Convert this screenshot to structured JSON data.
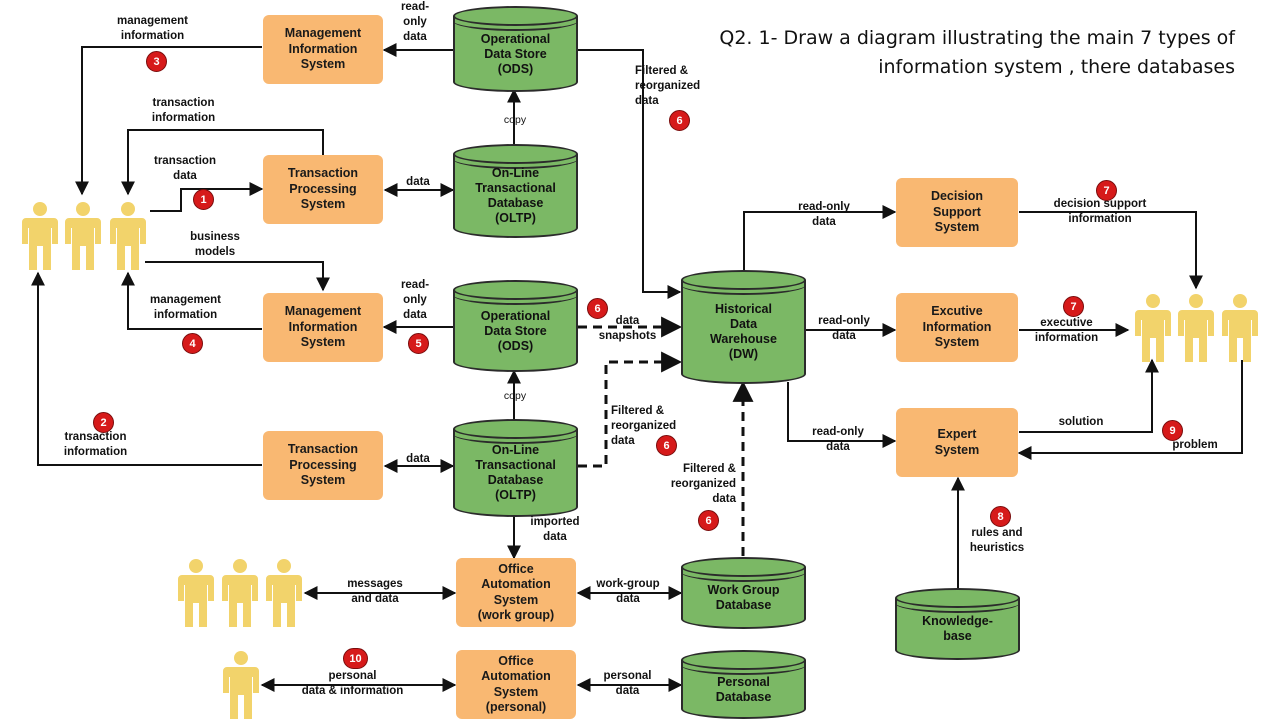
{
  "heading": {
    "line1": "Q2. 1- Draw a diagram illustrating the main 7 types of",
    "line2": "information system , there databases"
  },
  "systems": {
    "mis_top": "Management\nInformation\nSystem",
    "tps_top": "Transaction\nProcessing\nSystem",
    "mis_mid": "Management\nInformation\nSystem",
    "tps_bottom": "Transaction\nProcessing\nSystem",
    "dss": "Decision\nSupport\nSystem",
    "eis": "Excutive\nInformation\nSystem",
    "expert": "Expert\nSystem",
    "oa_group": "Office\nAutomation\nSystem\n(work group)",
    "oa_personal": "Office\nAutomation\nSystem\n(personal)"
  },
  "databases": {
    "ods_top": "Operational\nData Store\n(ODS)",
    "oltp_top": "On-Line\nTransactional\nDatabase\n(OLTP)",
    "ods_mid": "Operational\nData Store\n(ODS)",
    "oltp_bottom": "On-Line\nTransactional\nDatabase\n(OLTP)",
    "dw": "Historical\nData\nWarehouse\n(DW)",
    "workgroup": "Work Group\nDatabase",
    "personal": "Personal\nDatabase",
    "knowledge": "Knowledge-\nbase"
  },
  "labels": {
    "mgmt_info_top": "management\ninformation",
    "read_only_top": "read-\nonly\ndata",
    "filtered_top": "Filtered &\nreorganized\ndata",
    "copy_top": "copy",
    "trans_info_top": "transaction\ninformation",
    "trans_data": "transaction\ndata",
    "data_tps_top": "data",
    "business_models": "business\nmodels",
    "mgmt_info_mid": "management\ninformation",
    "read_only_mid": "read-\nonly\ndata",
    "data_snapshots": "data\nsnapshots",
    "copy_mid": "copy",
    "trans_info_left": "transaction\ninformation",
    "data_tps_bottom": "data",
    "filtered_mid": "Filtered &\nreorganized\ndata",
    "filtered_low": "Filtered &\nreorganized\ndata",
    "imported_data": "imported\ndata",
    "messages_data": "messages\nand data",
    "workgroup_data": "work-group\ndata",
    "personal_info": "personal\ndata & information",
    "personal_data": "personal\ndata",
    "read_only_dss": "read-only\ndata",
    "read_only_eis": "read-only\ndata",
    "read_only_expert": "read-only\ndata",
    "decision_support_info": "decision support\ninformation",
    "executive_info": "executive\ninformation",
    "solution": "solution",
    "problem": "problem",
    "rules_heuristics": "rules and\nheuristics"
  },
  "badges": {
    "b1": "1",
    "b2": "2",
    "b3": "3",
    "b4": "4",
    "b5": "5",
    "b6a": "6",
    "b6b": "6",
    "b6c": "6",
    "b6d": "6",
    "b7a": "7",
    "b7b": "7",
    "b8": "8",
    "b9": "9",
    "b10": "10"
  },
  "colors": {
    "system_box": "#f9b872",
    "database": "#7bb865",
    "people": "#f2d36b",
    "badge": "#d61a1a"
  }
}
